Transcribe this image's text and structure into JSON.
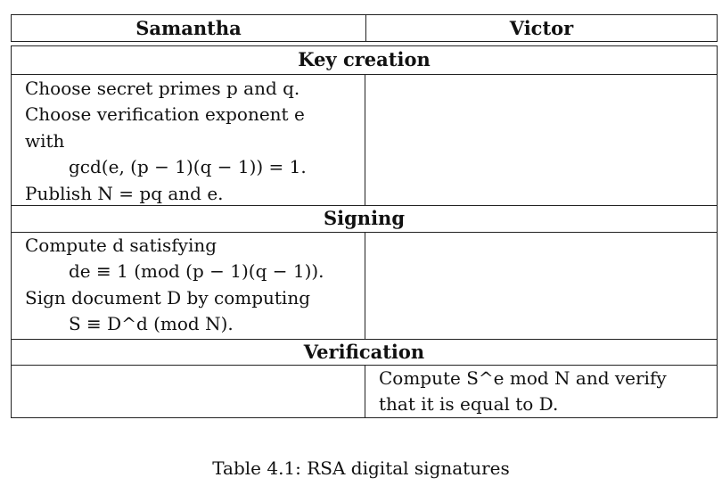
{
  "header": {
    "left": "Samantha",
    "right": "Victor"
  },
  "sections": {
    "key_creation": {
      "title": "Key creation",
      "samantha": [
        "Choose secret primes p and q.",
        "Choose verification exponent e",
        "with",
        "gcd(e, (p − 1)(q − 1)) = 1.",
        "Publish N = pq and e."
      ]
    },
    "signing": {
      "title": "Signing",
      "samantha": [
        "Compute d satisfying",
        "de ≡ 1 (mod (p − 1)(q − 1)).",
        "Sign document D by computing",
        "S ≡ D^d (mod N)."
      ]
    },
    "verification": {
      "title": "Verification",
      "victor": [
        "Compute S^e mod N and verify",
        "that it is equal to D."
      ]
    }
  },
  "caption": "Table 4.1: RSA digital signatures"
}
